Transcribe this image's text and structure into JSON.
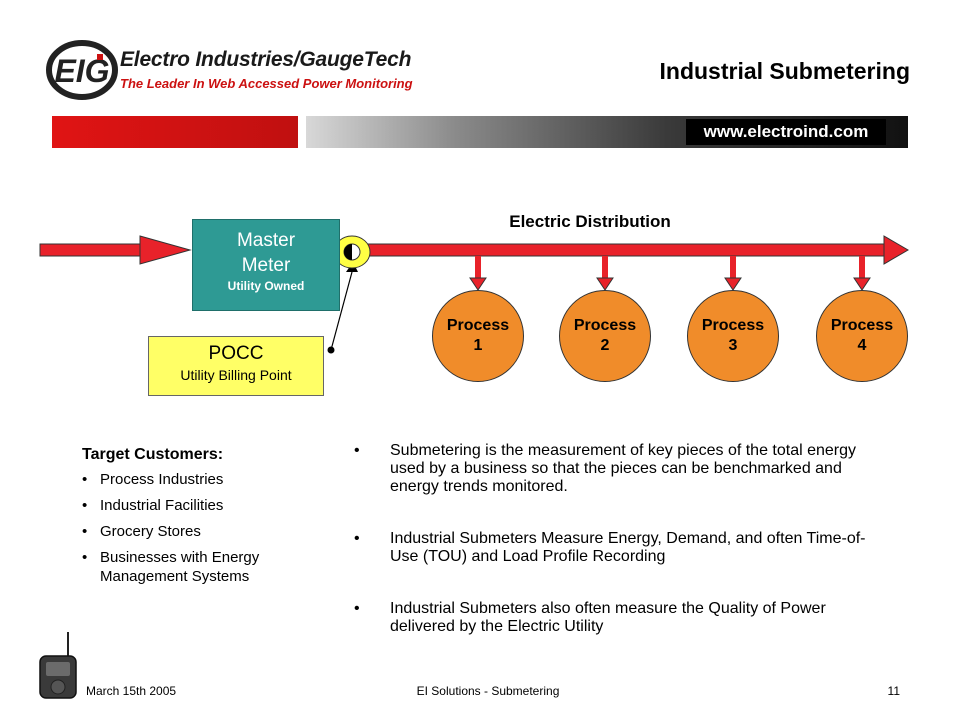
{
  "header": {
    "brand_name": "Electro Industries/GaugeTech",
    "brand_tagline": "The Leader In Web Accessed Power Monitoring",
    "logo_letters": "EIG",
    "title": "Industrial Submetering",
    "url": "www.electroind.com"
  },
  "diagram": {
    "distribution_label": "Electric Distribution",
    "master_meter": {
      "title": "Master Meter",
      "subtitle": "Utility Owned"
    },
    "pocc": {
      "title": "POCC",
      "subtitle": "Utility Billing Point"
    },
    "processes": [
      {
        "word": "Process",
        "num": "1"
      },
      {
        "word": "Process",
        "num": "2"
      },
      {
        "word": "Process",
        "num": "3"
      },
      {
        "word": "Process",
        "num": "4"
      }
    ],
    "colors": {
      "line": "#e8222a",
      "master": "#2e9a94",
      "pocc": "#ffff66",
      "process": "#f08c2a",
      "meter_ring": "#ffff44"
    }
  },
  "customers": {
    "heading": "Target Customers:",
    "items": [
      "Process Industries",
      "Industrial Facilities",
      "Grocery Stores",
      "Businesses with Energy Management Systems"
    ]
  },
  "description": {
    "items": [
      "Submetering is the measurement of key pieces of the total energy used by a business so that the pieces can be benchmarked and energy trends monitored.",
      "Industrial Submeters Measure Energy, Demand, and often Time-of-Use (TOU) and Load Profile Recording",
      "Industrial Submeters also often measure the Quality of Power delivered by the Electric Utility"
    ]
  },
  "footer": {
    "date": "March 15th 2005",
    "center": "EI Solutions - Submetering",
    "page": "11"
  }
}
